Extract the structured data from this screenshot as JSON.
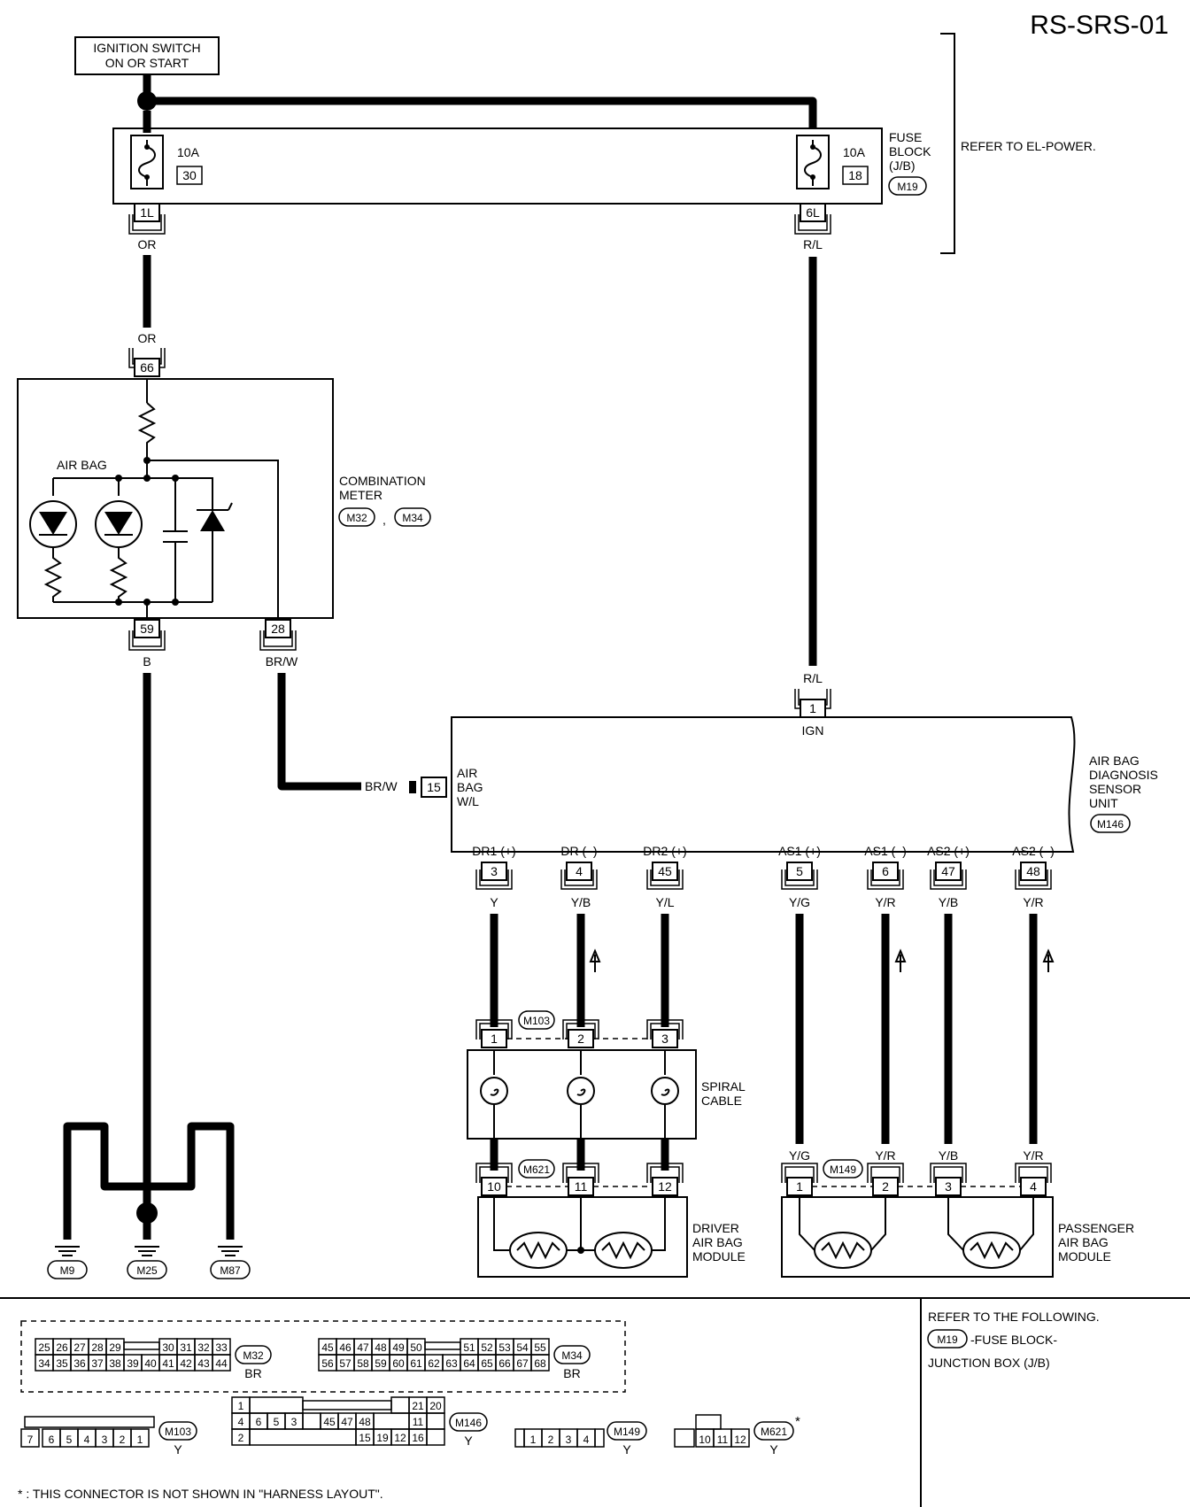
{
  "title": "RS-SRS-01",
  "ignition": {
    "line1": "IGNITION SWITCH",
    "line2": "ON OR START"
  },
  "fuse_block": {
    "fuse1_amp": "10A",
    "fuse1_num": "30",
    "fuse1_term": "1L",
    "fuse2_amp": "10A",
    "fuse2_num": "18",
    "fuse2_term": "6L",
    "label1": "FUSE",
    "label2": "BLOCK",
    "label3": "(J/B)",
    "conn": "M19",
    "refer": "REFER TO EL-POWER."
  },
  "wires": {
    "or": "OR",
    "rl": "R/L",
    "b": "B",
    "brw": "BR/W",
    "y": "Y",
    "yb": "Y/B",
    "yl": "Y/L",
    "yg": "Y/G",
    "yr": "Y/R"
  },
  "meter": {
    "term_in": "66",
    "term_gnd": "59",
    "term_out": "28",
    "airbag": "AIR BAG",
    "label1": "COMBINATION",
    "label2": "METER",
    "conn1": "M32",
    "conn2": "M34",
    "sep": ","
  },
  "sensor": {
    "ign_term": "1",
    "ign": "IGN",
    "w_term": "15",
    "w1": "AIR",
    "w2": "BAG",
    "w3": "W/L",
    "label1": "AIR BAG",
    "label2": "DIAGNOSIS",
    "label3": "SENSOR",
    "label4": "UNIT",
    "conn": "M146",
    "pins": [
      {
        "name": "DR1 (+)",
        "term": "3"
      },
      {
        "name": "DR (–)",
        "term": "4"
      },
      {
        "name": "DR2 (+)",
        "term": "45"
      },
      {
        "name": "AS1 (+)",
        "term": "5"
      },
      {
        "name": "AS1 (–)",
        "term": "6"
      },
      {
        "name": "AS2 (+)",
        "term": "47"
      },
      {
        "name": "AS2 (–)",
        "term": "48"
      }
    ]
  },
  "spiral": {
    "conn": "M103",
    "terms": [
      "1",
      "2",
      "3"
    ],
    "label1": "SPIRAL",
    "label2": "CABLE"
  },
  "driver": {
    "conn": "M621",
    "terms": [
      "10",
      "11",
      "12"
    ],
    "label1": "DRIVER",
    "label2": "AIR BAG",
    "label3": "MODULE"
  },
  "passenger": {
    "conn": "M149",
    "terms": [
      "1",
      "2",
      "3",
      "4"
    ],
    "label1": "PASSENGER",
    "label2": "AIR BAG",
    "label3": "MODULE"
  },
  "grounds": [
    "M9",
    "M25",
    "M87"
  ],
  "refer_following": {
    "line1": "REFER TO THE FOLLOWING.",
    "conn": "M19",
    "line2": "-FUSE BLOCK-",
    "line3": "JUNCTION BOX (J/B)"
  },
  "footnote": "* : THIS CONNECTOR IS NOT SHOWN IN \"HARNESS LAYOUT\".",
  "connectors": {
    "m32": {
      "row1": [
        "25",
        "26",
        "27",
        "28",
        "29",
        "30",
        "31",
        "32",
        "33"
      ],
      "row2": [
        "34",
        "35",
        "36",
        "37",
        "38",
        "39",
        "40",
        "41",
        "42",
        "43",
        "44"
      ],
      "name": "M32",
      "color": "BR"
    },
    "m34": {
      "row1": [
        "45",
        "46",
        "47",
        "48",
        "49",
        "50",
        "51",
        "52",
        "53",
        "54",
        "55"
      ],
      "row2": [
        "56",
        "57",
        "58",
        "59",
        "60",
        "61",
        "62",
        "63",
        "64",
        "65",
        "66",
        "67",
        "68"
      ],
      "name": "M34",
      "color": "BR"
    },
    "m103": {
      "pins": [
        "7",
        "6",
        "5",
        "4",
        "3",
        "2",
        "1"
      ],
      "name": "M103",
      "color": "Y"
    },
    "m146": {
      "r1": [
        "1",
        "21",
        "20"
      ],
      "r2": [
        "4",
        "6",
        "5",
        "3",
        "45",
        "47",
        "48",
        "11"
      ],
      "r3": [
        "2",
        "15",
        "19",
        "12",
        "16"
      ],
      "name": "M146",
      "color": "Y"
    },
    "m149": {
      "pins": [
        "1",
        "2",
        "3",
        "4"
      ],
      "name": "M149",
      "color": "Y"
    },
    "m621": {
      "pins": [
        "10",
        "11",
        "12"
      ],
      "name": "M621",
      "color": "Y",
      "star": "*"
    }
  }
}
